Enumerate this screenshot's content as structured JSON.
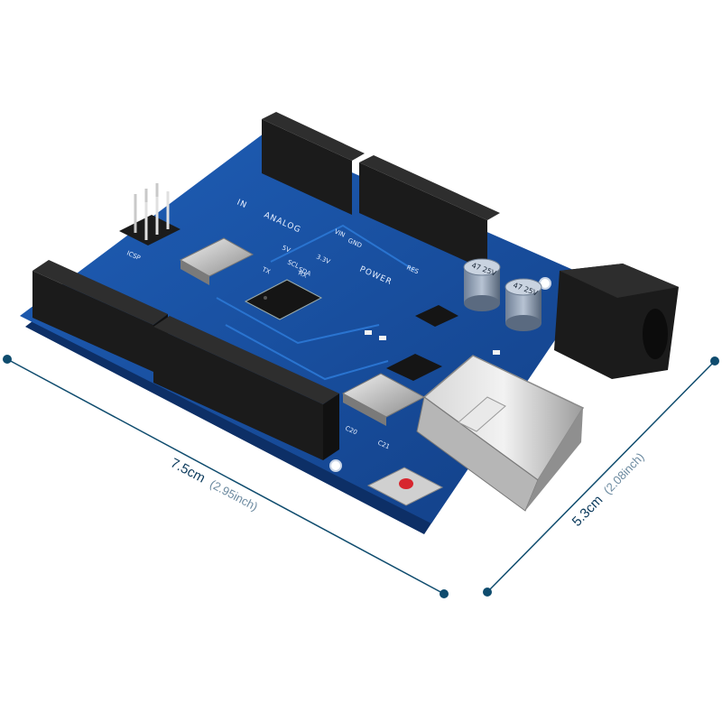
{
  "dimensions": {
    "width_label": "7.5cm",
    "width_sub": "(2.95inch)",
    "height_label": "5.3cm",
    "height_sub": "(2.08inch)"
  },
  "silkscreen": {
    "power": "POWER",
    "analog": "ANALOG",
    "in": "IN",
    "icsp": "ICSP",
    "vin": "VIN",
    "gnd": "GND",
    "v5": "5V",
    "v33": "3.3V",
    "reset": "RES",
    "scl": "SCL",
    "sda": "SDA",
    "tx": "TX",
    "rx": "RX",
    "c20": "C20",
    "c21": "C21"
  },
  "capacitor_label": "47 25V"
}
